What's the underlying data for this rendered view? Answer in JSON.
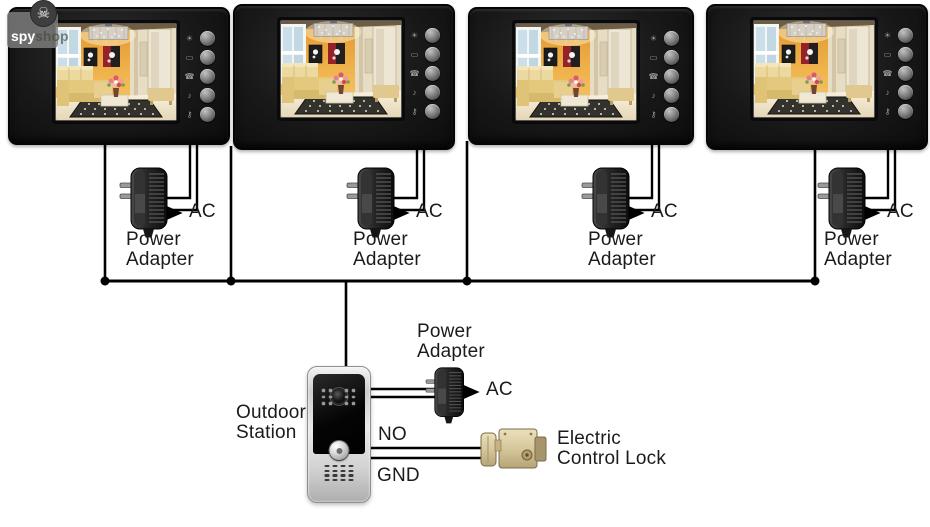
{
  "watermark": {
    "brand_bold": "spy",
    "brand_light": "shop",
    "logo_icon": "skull-icon"
  },
  "monitors": [
    {
      "id": "indoor-monitor-1",
      "ac_label": "AC",
      "adapter_label": "Power Adapter"
    },
    {
      "id": "indoor-monitor-2",
      "ac_label": "AC",
      "adapter_label": "Power Adapter"
    },
    {
      "id": "indoor-monitor-3",
      "ac_label": "AC",
      "adapter_label": "Power Adapter"
    },
    {
      "id": "indoor-monitor-4",
      "ac_label": "AC",
      "adapter_label": "Power Adapter"
    }
  ],
  "monitor_button_icons": [
    {
      "name": "brightness-icon",
      "glyph": "☀"
    },
    {
      "name": "monitor-icon",
      "glyph": "▭"
    },
    {
      "name": "talk-icon",
      "glyph": "☎"
    },
    {
      "name": "volume-icon",
      "glyph": "♪"
    },
    {
      "name": "unlock-icon",
      "glyph": "⚷"
    }
  ],
  "outdoor": {
    "station_label": "Outdoor Station",
    "adapter_label": "Power Adapter",
    "ac_label": "AC",
    "no_label": "NO",
    "gnd_label": "GND",
    "lock_label": "Electric Control Lock"
  },
  "colors": {
    "background": "#ffffff",
    "wire": "#000000",
    "monitor_body": "#141414",
    "screen_wall_orange": "#eda33c",
    "adapter_body": "#2a2a2a",
    "station_body": "#d9d9d9",
    "station_panel": "#0d0d0d",
    "lock_brass": "#d6c79c",
    "label_text": "#1b1b1b",
    "badge_gray": "#808080"
  }
}
